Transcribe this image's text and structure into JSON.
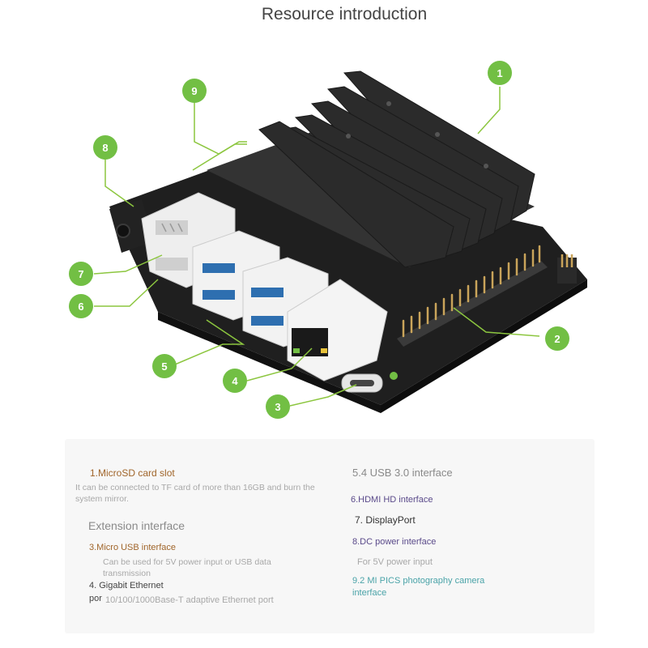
{
  "page": {
    "title": "Resource introduction"
  },
  "colors": {
    "badge": "#72bf44",
    "leader_line": "#8cc63f",
    "heatsink": "#2b2b2b",
    "board": "#1f1f1f",
    "usb_blue": "#2e6fb0",
    "header_pin": "#c9a45a",
    "brown_text": "#a0652a",
    "purple_text": "#5a4a8a",
    "teal_text": "#4aa3a8"
  },
  "callouts": [
    {
      "number": "1"
    },
    {
      "number": "2"
    },
    {
      "number": "3"
    },
    {
      "number": "4"
    },
    {
      "number": "5"
    },
    {
      "number": "6"
    },
    {
      "number": "7"
    },
    {
      "number": "8"
    },
    {
      "number": "9"
    }
  ],
  "info": {
    "left": {
      "item1_title": "1.MicroSD card slot",
      "item1_desc_line1": "It can be connected to TF card of more than 16GB and burn the",
      "item1_desc_line2": "system mirror.",
      "extension_heading": "Extension interface",
      "item3_title": "3.Micro USB interface",
      "item3_desc_line1": "Can be used for 5V power input or USB data",
      "item3_desc_line2": "transmission",
      "item4_title": "4. Gigabit Ethernet",
      "item4_prefix": "por",
      "item4_desc": "10/100/1000Base-T adaptive Ethernet port"
    },
    "right": {
      "item5": "5.4 USB 3.0 interface",
      "item6": "6.HDMI HD interface",
      "item7": "7. DisplayPort",
      "item8": "8.DC power interface",
      "item8_desc": "For 5V power input",
      "item9_line1": "9.2 MI PICS photography camera",
      "item9_line2": "interface"
    }
  }
}
